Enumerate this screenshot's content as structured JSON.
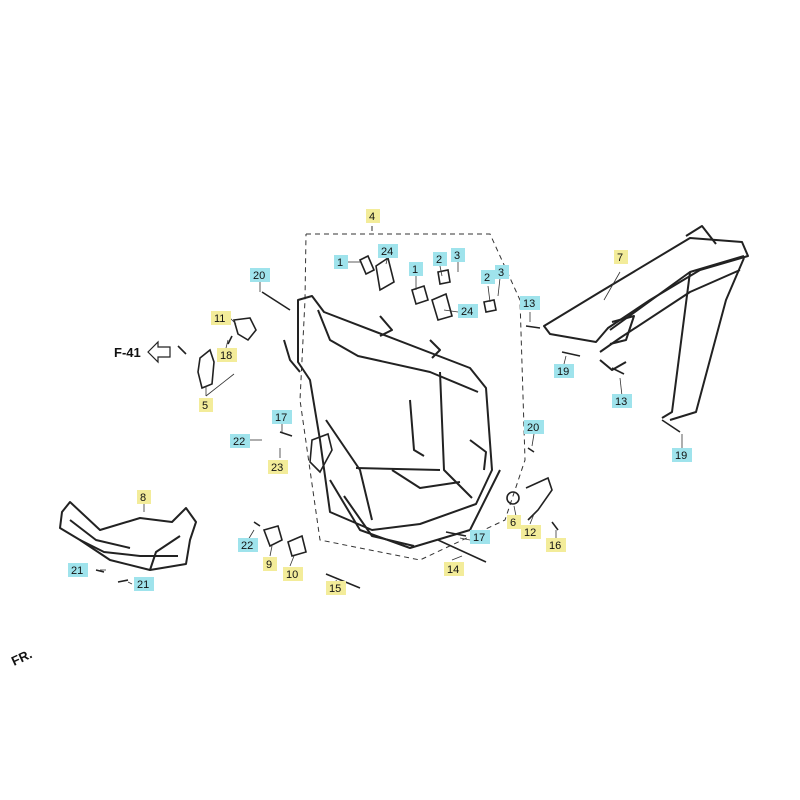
{
  "labels": {
    "p1": "1",
    "p1b": "1",
    "p2": "2",
    "p2b": "2",
    "p3": "3",
    "p3b": "3",
    "p4": "4",
    "p5": "5",
    "p6": "6",
    "p7": "7",
    "p8": "8",
    "p9": "9",
    "p10": "10",
    "p11": "11",
    "p12": "12",
    "p13": "13",
    "p13b": "13",
    "p14": "14",
    "p15": "15",
    "p16": "16",
    "p17": "17",
    "p17b": "17",
    "p18": "18",
    "p19": "19",
    "p19b": "19",
    "p20": "20",
    "p20b": "20",
    "p21": "21",
    "p21b": "21",
    "p22": "22",
    "p22b": "22",
    "p23": "23",
    "p24": "24",
    "p24b": "24"
  },
  "reference": "F-41",
  "direction": "FR.",
  "colors": {
    "yellow_tag": "#f3ec9a",
    "cyan_tag": "#9fe3ec",
    "line": "#222222"
  }
}
